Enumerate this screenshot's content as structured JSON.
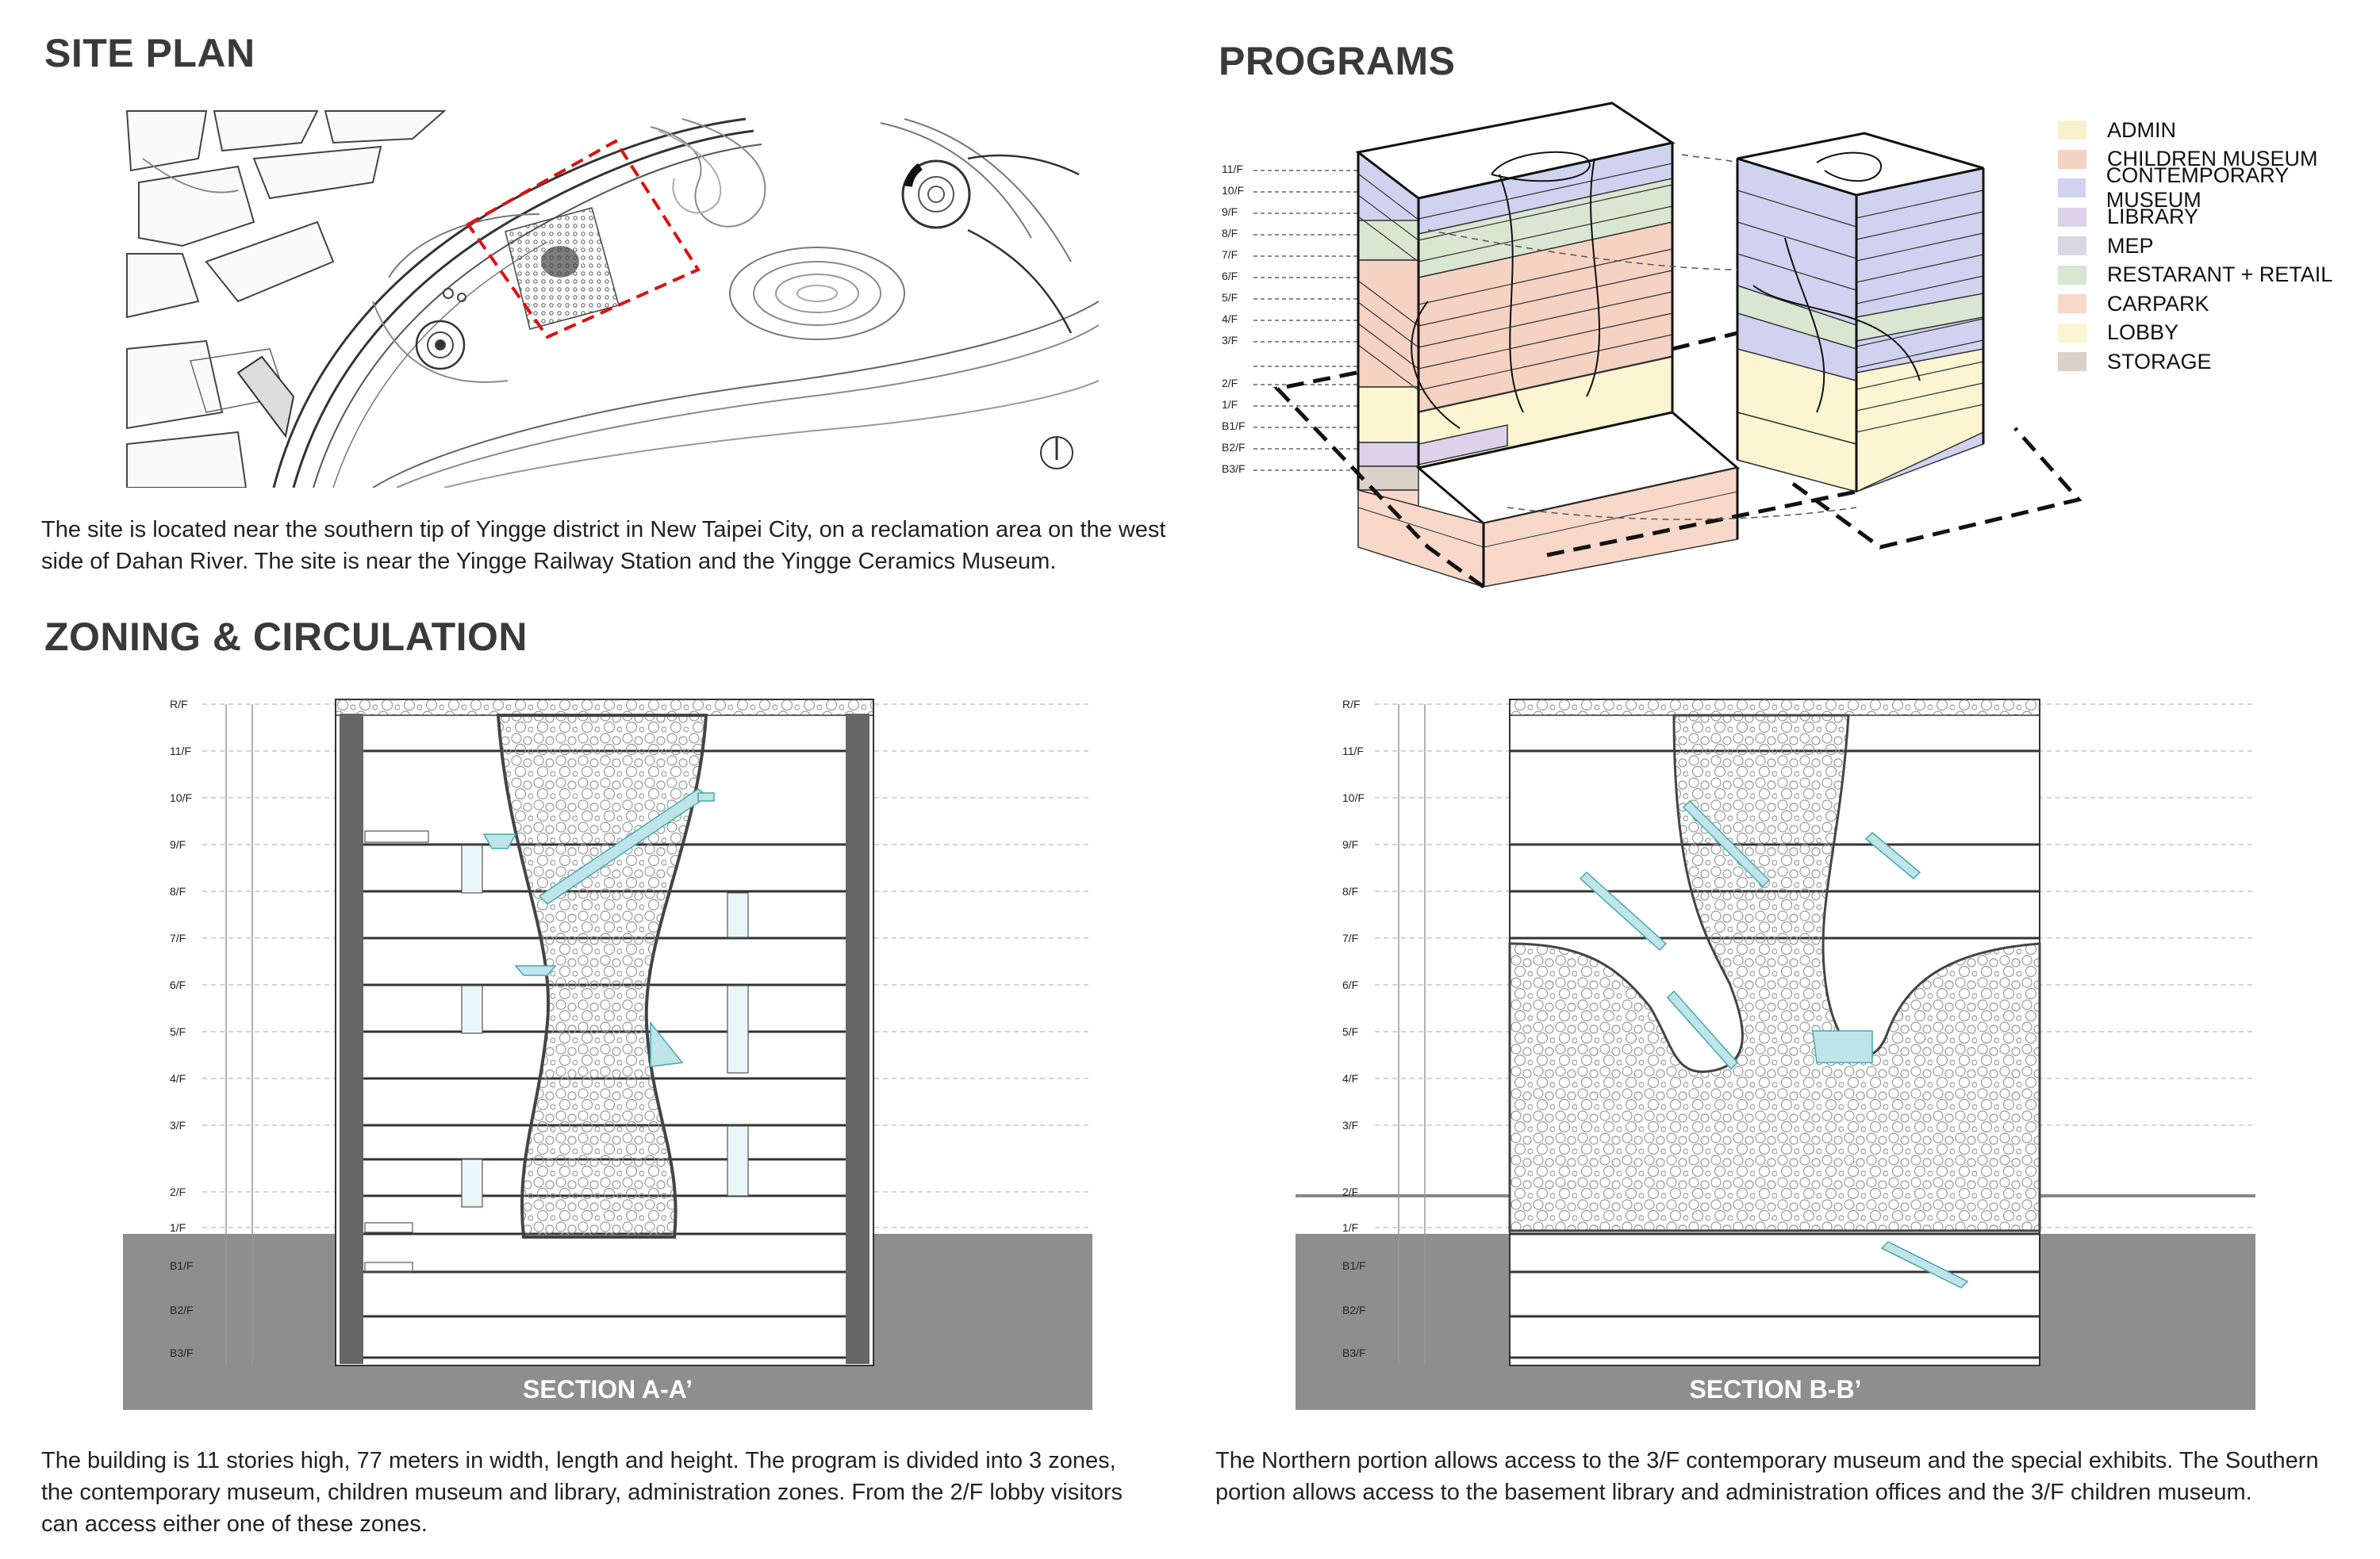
{
  "site_plan": {
    "heading": "SITE PLAN",
    "description": "The site is located near the southern tip of Yingge district in New Taipei City, on a reclamation area on the west side of Dahan River. The site is near the Yingge Railway Station and the Yingge Ceramics Museum."
  },
  "programs": {
    "heading": "PROGRAMS",
    "floor_labels": [
      "11/F",
      "10/F",
      "9/F",
      "8/F",
      "7/F",
      "6/F",
      "5/F",
      "4/F",
      "3/F",
      "2/F",
      "1/F",
      "B1/F",
      "B2/F",
      "B3/F"
    ],
    "legend": [
      {
        "label": "ADMIN",
        "color": "#fbf0cc"
      },
      {
        "label": "CHILDREN MUSEUM",
        "color": "#f6d2c2"
      },
      {
        "label": "CONTEMPORARY MUSEUM",
        "color": "#d0d3ef"
      },
      {
        "label": "LIBRARY",
        "color": "#dcd2ea"
      },
      {
        "label": "MEP",
        "color": "#d9d8e2"
      },
      {
        "label": "RESTARANT + RETAIL",
        "color": "#d8e6d2"
      },
      {
        "label": "CARPARK",
        "color": "#f8d8c8"
      },
      {
        "label": "LOBBY",
        "color": "#fbf5d2"
      },
      {
        "label": "STORAGE",
        "color": "#dcd1c8"
      }
    ]
  },
  "zoning": {
    "heading": "ZONING & CIRCULATION",
    "section_a": {
      "label": "SECTION A-A’",
      "description": "The building is 11 stories high, 77 meters in width, length and height. The program is divided into 3 zones, the contemporary museum, children museum and library, administration zones. From the 2/F lobby visitors can access either one of these zones."
    },
    "section_b": {
      "label": "SECTION B-B’",
      "description": "The Northern portion allows access to the 3/F contemporary museum and the special exhibits. The Southern portion allows access to the basement library and administration offices and the 3/F children museum."
    },
    "levels": [
      "R/F",
      "11/F",
      "10/F",
      "9/F",
      "8/F",
      "7/F",
      "6/F",
      "5/F",
      "4/F",
      "3/F",
      "2/F",
      "1/F",
      "B1/F",
      "B2/F",
      "B3/F"
    ]
  }
}
